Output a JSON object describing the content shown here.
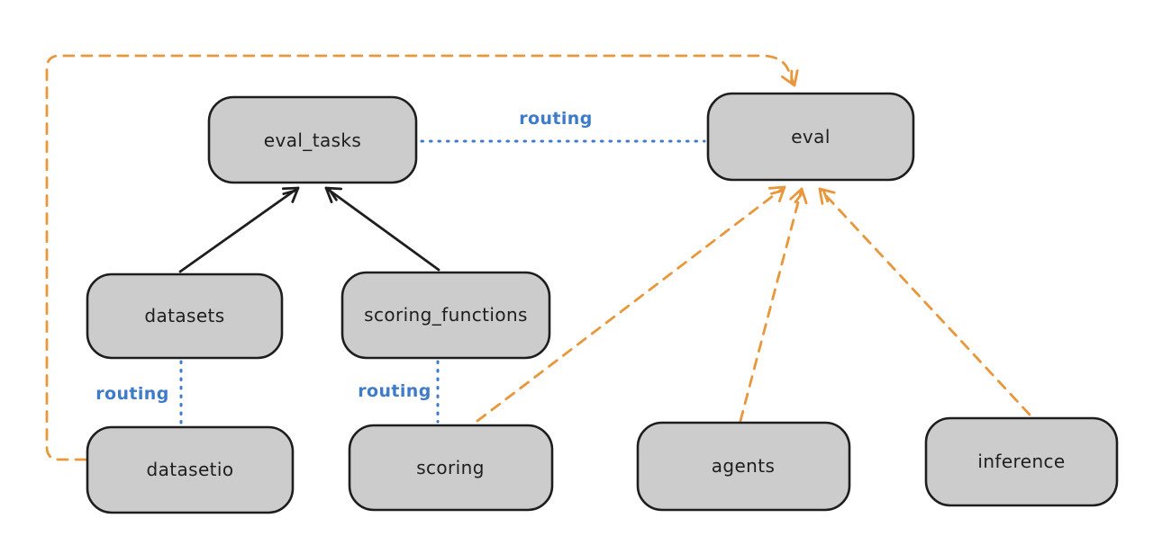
{
  "colors": {
    "background": "#ffffff",
    "node_border": "#1e1e1e",
    "node_text": "#1e1e1e",
    "blue_node_fill": "#a6d1f4",
    "green_node_fill": "#b7e7b0",
    "routing_blue": "#3e7bc8",
    "orange_dashed": "#e8973a",
    "arrow_black": "#1e1e1e"
  },
  "nodes": {
    "eval_tasks": {
      "label": "eval_tasks",
      "kind": "blue"
    },
    "eval": {
      "label": "eval",
      "kind": "green"
    },
    "datasets": {
      "label": "datasets",
      "kind": "blue"
    },
    "scoring_functions": {
      "label": "scoring_functions",
      "kind": "blue"
    },
    "datasetio": {
      "label": "datasetio",
      "kind": "green"
    },
    "scoring": {
      "label": "scoring",
      "kind": "green"
    },
    "agents": {
      "label": "agents",
      "kind": "green"
    },
    "inference": {
      "label": "inference",
      "kind": "green"
    }
  },
  "edge_labels": {
    "routing_eval_tasks_eval": "routing",
    "routing_datasets_datasetio": "routing",
    "routing_scoring_functions_scoring": "routing"
  },
  "edges": [
    {
      "from": "datasets",
      "to": "eval_tasks",
      "style": "solid",
      "color": "black",
      "arrow": true
    },
    {
      "from": "scoring_functions",
      "to": "eval_tasks",
      "style": "solid",
      "color": "black",
      "arrow": true
    },
    {
      "from": "eval_tasks",
      "to": "eval",
      "style": "dotted",
      "color": "blue",
      "arrow": false,
      "label": "routing"
    },
    {
      "from": "datasets",
      "to": "datasetio",
      "style": "dotted",
      "color": "blue",
      "arrow": false,
      "label": "routing"
    },
    {
      "from": "scoring_functions",
      "to": "scoring",
      "style": "dotted",
      "color": "blue",
      "arrow": false,
      "label": "routing"
    },
    {
      "from": "datasetio",
      "to": "eval",
      "style": "dashed",
      "color": "orange",
      "arrow": true
    },
    {
      "from": "scoring",
      "to": "eval",
      "style": "dashed",
      "color": "orange",
      "arrow": true
    },
    {
      "from": "agents",
      "to": "eval",
      "style": "dashed",
      "color": "orange",
      "arrow": true
    },
    {
      "from": "inference",
      "to": "eval",
      "style": "dashed",
      "color": "orange",
      "arrow": true
    }
  ]
}
